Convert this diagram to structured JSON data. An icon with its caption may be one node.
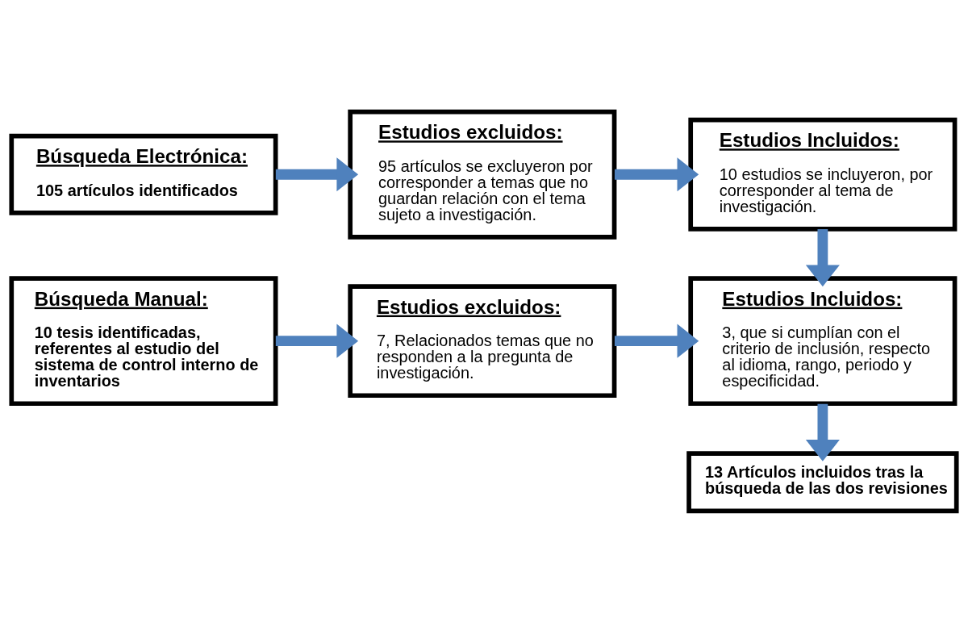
{
  "diagram": {
    "nodes": [
      {
        "text": [
          "Búsqueda Electrónica:",
          "105 artículos identificados"
        ]
      },
      {
        "text": [
          "Estudios excluidos:",
          "95 artículos se excluyeron por corresponder a temas que no guardan relación con el tema sujeto a investigación."
        ]
      },
      {
        "text": [
          "Estudios Incluidos:",
          "10 estudios se incluyeron, por corresponder al tema de investigación."
        ]
      },
      {
        "text": [
          "Búsqueda Manual:",
          "10 tesis identificadas, referentes al estudio del sistema de control interno de inventarios"
        ]
      },
      {
        "text": [
          "Estudios excluidos:",
          "7, Relacionados temas que no responden a la pregunta de investigación."
        ]
      },
      {
        "text": [
          "Estudios Incluidos:",
          "3, que si cumplían con el criterio de inclusión, respecto al idioma, rango, periodo y especificidad."
        ]
      },
      {
        "text": [
          "13 Artículos incluidos tras la búsqueda de las dos revisiones"
        ]
      }
    ],
    "edges": [
      {
        "from": 0,
        "to": 1,
        "arrow": "to"
      },
      {
        "from": 1,
        "to": 2,
        "arrow": "to"
      },
      {
        "from": 2,
        "to": 5,
        "arrow": "to"
      },
      {
        "from": 3,
        "to": 4,
        "arrow": "to"
      },
      {
        "from": 4,
        "to": 5,
        "arrow": "to"
      },
      {
        "from": 5,
        "to": 6,
        "arrow": "to"
      }
    ]
  }
}
